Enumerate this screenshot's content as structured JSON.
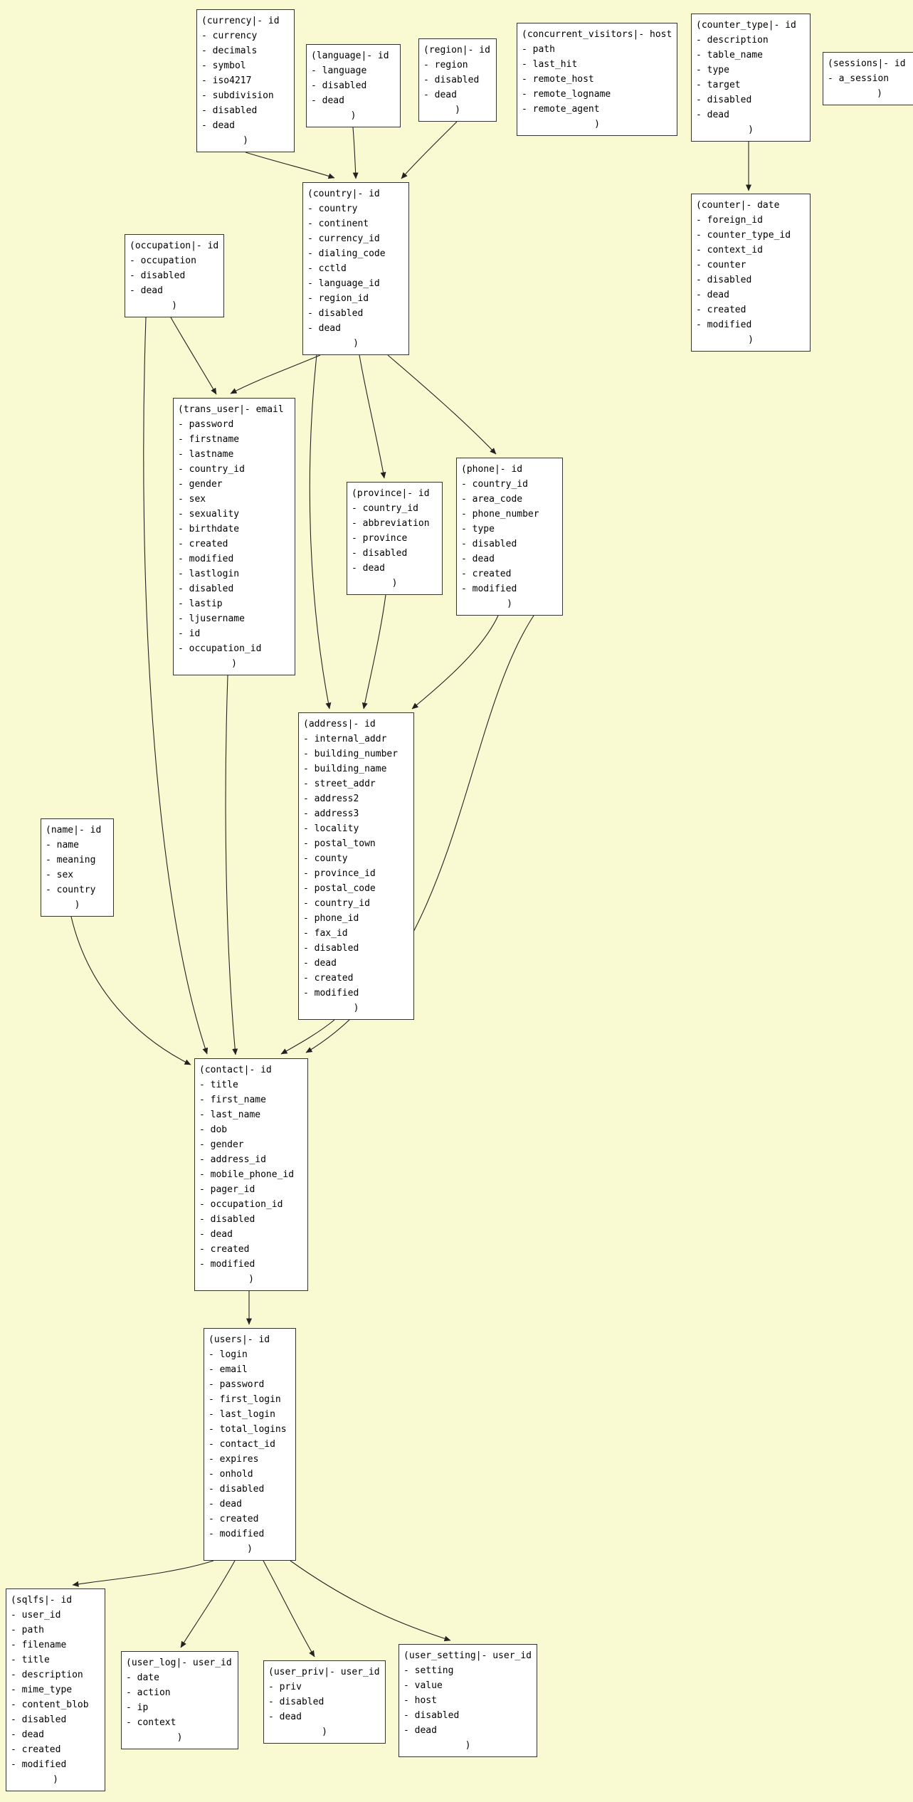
{
  "page": {
    "background_color": "#FAFAD2",
    "node_fill": "#ffffff",
    "node_border": "#333333",
    "edge_color": "#222222"
  },
  "diagram": {
    "type": "entity-relationship-diagram",
    "tables": [
      {
        "name": "currency",
        "header": "(currency|- id",
        "fields": [
          "- currency",
          "- decimals",
          "- symbol",
          "- iso4217",
          "- subdivision",
          "- disabled",
          "- dead"
        ],
        "close": ")"
      },
      {
        "name": "language",
        "header": "(language|- id",
        "fields": [
          "- language",
          "- disabled",
          "- dead"
        ],
        "close": ")"
      },
      {
        "name": "region",
        "header": "(region|- id",
        "fields": [
          "- region",
          "- disabled",
          "- dead"
        ],
        "close": ")"
      },
      {
        "name": "concurrent_visitors",
        "header": "(concurrent_visitors|- host",
        "fields": [
          "- path",
          "- last_hit",
          "- remote_host",
          "- remote_logname",
          "- remote_agent"
        ],
        "close": ")"
      },
      {
        "name": "counter_type",
        "header": "(counter_type|- id",
        "fields": [
          "- description",
          "- table_name",
          "- type",
          "- target",
          "- disabled",
          "- dead"
        ],
        "close": ")"
      },
      {
        "name": "sessions",
        "header": "(sessions|- id",
        "fields": [
          "- a_session"
        ],
        "close": ")"
      },
      {
        "name": "counter",
        "header": "(counter|- date",
        "fields": [
          "- foreign_id",
          "- counter_type_id",
          "- context_id",
          "- counter",
          "- disabled",
          "- dead",
          "- created",
          "- modified"
        ],
        "close": ")"
      },
      {
        "name": "country",
        "header": "(country|- id",
        "fields": [
          "- country",
          "- continent",
          "- currency_id",
          "- dialing_code",
          "- cctld",
          "- language_id",
          "- region_id",
          "- disabled",
          "- dead"
        ],
        "close": ")"
      },
      {
        "name": "occupation",
        "header": "(occupation|- id",
        "fields": [
          "- occupation",
          "- disabled",
          "- dead"
        ],
        "close": ")"
      },
      {
        "name": "trans_user",
        "header": "(trans_user|- email",
        "fields": [
          "- password",
          "- firstname",
          "- lastname",
          "- country_id",
          "- gender",
          "- sex",
          "- sexuality",
          "- birthdate",
          "- created",
          "- modified",
          "- lastlogin",
          "- disabled",
          "- lastip",
          "- ljusername",
          "- id",
          "- occupation_id"
        ],
        "close": ")"
      },
      {
        "name": "province",
        "header": "(province|- id",
        "fields": [
          "- country_id",
          "- abbreviation",
          "- province",
          "- disabled",
          "- dead"
        ],
        "close": ")"
      },
      {
        "name": "phone",
        "header": "(phone|- id",
        "fields": [
          "- country_id",
          "- area_code",
          "- phone_number",
          "- type",
          "- disabled",
          "- dead",
          "- created",
          "- modified"
        ],
        "close": ")"
      },
      {
        "name": "address",
        "header": "(address|- id",
        "fields": [
          "- internal_addr",
          "- building_number",
          "- building_name",
          "- street_addr",
          "- address2",
          "- address3",
          "- locality",
          "- postal_town",
          "- county",
          "- province_id",
          "- postal_code",
          "- country_id",
          "- phone_id",
          "- fax_id",
          "- disabled",
          "- dead",
          "- created",
          "- modified"
        ],
        "close": ")"
      },
      {
        "name": "name",
        "header": "(name|- id",
        "fields": [
          "- name",
          "- meaning",
          "- sex",
          "- country"
        ],
        "close": ")"
      },
      {
        "name": "contact",
        "header": "(contact|- id",
        "fields": [
          "- title",
          "- first_name",
          "- last_name",
          "- dob",
          "- gender",
          "- address_id",
          "- mobile_phone_id",
          "- pager_id",
          "- occupation_id",
          "- disabled",
          "- dead",
          "- created",
          "- modified"
        ],
        "close": ")"
      },
      {
        "name": "users",
        "header": "(users|- id",
        "fields": [
          "- login",
          "- email",
          "- password",
          "- first_login",
          "- last_login",
          "- total_logins",
          "- contact_id",
          "- expires",
          "- onhold",
          "- disabled",
          "- dead",
          "- created",
          "- modified"
        ],
        "close": ")"
      },
      {
        "name": "sqlfs",
        "header": "(sqlfs|- id",
        "fields": [
          "- user_id",
          "- path",
          "- filename",
          "- title",
          "- description",
          "- mime_type",
          "- content_blob",
          "- disabled",
          "- dead",
          "- created",
          "- modified"
        ],
        "close": ")"
      },
      {
        "name": "user_log",
        "header": "(user_log|- user_id",
        "fields": [
          "- date",
          "- action",
          "- ip",
          "- context"
        ],
        "close": ")"
      },
      {
        "name": "user_priv",
        "header": "(user_priv|- user_id",
        "fields": [
          "- priv",
          "- disabled",
          "- dead"
        ],
        "close": ")"
      },
      {
        "name": "user_setting",
        "header": "(user_setting|- user_id",
        "fields": [
          "- setting",
          "- value",
          "- host",
          "- disabled",
          "- dead"
        ],
        "close": ")"
      }
    ],
    "edges": [
      {
        "from": "currency",
        "to": "country"
      },
      {
        "from": "language",
        "to": "country"
      },
      {
        "from": "region",
        "to": "country"
      },
      {
        "from": "counter_type",
        "to": "counter"
      },
      {
        "from": "country",
        "to": "trans_user"
      },
      {
        "from": "country",
        "to": "province"
      },
      {
        "from": "country",
        "to": "phone"
      },
      {
        "from": "country",
        "to": "address"
      },
      {
        "from": "occupation",
        "to": "trans_user"
      },
      {
        "from": "occupation",
        "to": "contact"
      },
      {
        "from": "province",
        "to": "address"
      },
      {
        "from": "phone",
        "to": "address"
      },
      {
        "from": "phone",
        "to": "contact"
      },
      {
        "from": "trans_user",
        "to": "contact"
      },
      {
        "from": "address",
        "to": "contact"
      },
      {
        "from": "name",
        "to": "contact"
      },
      {
        "from": "contact",
        "to": "users"
      },
      {
        "from": "users",
        "to": "sqlfs"
      },
      {
        "from": "users",
        "to": "user_log"
      },
      {
        "from": "users",
        "to": "user_priv"
      },
      {
        "from": "users",
        "to": "user_setting"
      }
    ]
  }
}
